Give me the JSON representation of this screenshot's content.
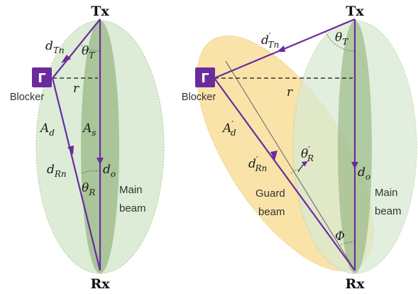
{
  "colors": {
    "main_beam_fill": "#d9ead3",
    "main_beam_stroke": "#b5cf98",
    "core_fill": "#8fb07a",
    "guard_beam_fill": "#f8df9a",
    "guard_beam_stroke": "#e8c56a",
    "ray": "#6a2c9c",
    "blocker_fill": "#6a2c9c",
    "dashed": "#111111"
  },
  "icons": {
    "blocker": "gamma-square-icon",
    "arrow": "arrowhead-icon"
  },
  "left_panel": {
    "tx_label": "Tx",
    "rx_label": "Rx",
    "blocker_symbol": "Γ",
    "blocker_label": "Blocker",
    "d_tn": {
      "base": "d",
      "sub": "Tn"
    },
    "theta_t": {
      "base": "θ",
      "sub": "T"
    },
    "r": "r",
    "a_d": {
      "base": "A",
      "sub": "d"
    },
    "a_s": {
      "base": "A",
      "sub": "s"
    },
    "d_rn": {
      "base": "d",
      "sub": "Rn"
    },
    "d_o": {
      "base": "d",
      "sub": "o"
    },
    "theta_r": {
      "base": "θ",
      "sub": "R"
    },
    "main_beam_line1": "Main",
    "main_beam_line2": "beam"
  },
  "right_panel": {
    "tx_label": "Tx",
    "rx_label": "Rx",
    "blocker_symbol": "Γ",
    "blocker_label": "Blocker",
    "d_tn_prime": {
      "base": "d",
      "prime": "′",
      "sub": "Tn"
    },
    "theta_t": {
      "base": "θ",
      "sub": "T"
    },
    "r": "r",
    "a_d_prime": {
      "base": "A",
      "prime": "′",
      "sub": "d"
    },
    "d_rn_prime": {
      "base": "d",
      "prime": "′",
      "sub": "Rn"
    },
    "theta_r_prime": {
      "base": "θ",
      "prime": "′",
      "sub": "R"
    },
    "d_o": {
      "base": "d",
      "sub": "o"
    },
    "phi": "Φ",
    "guard_beam_line1": "Guard",
    "guard_beam_line2": "beam",
    "main_beam_line1": "Main",
    "main_beam_line2": "beam"
  }
}
